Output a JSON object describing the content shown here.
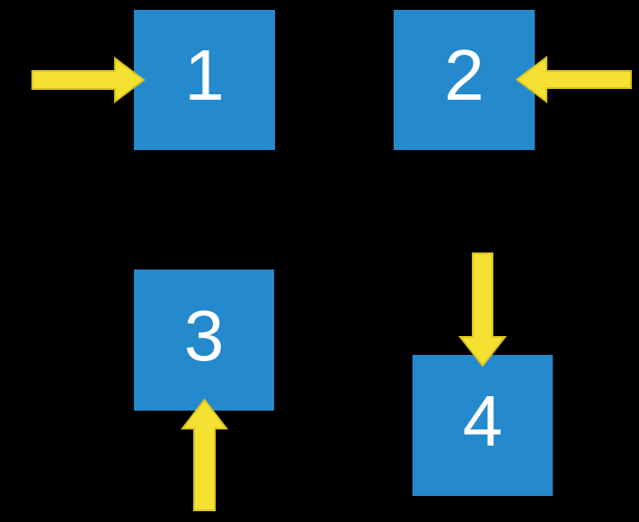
{
  "diagram": {
    "background": "#000000",
    "description": "Four numbered blue squares, each with a yellow arrow pointing into it from a different side"
  },
  "colors": {
    "square_fill": "#2589CD",
    "label_color": "#FFFFFF",
    "arrow_fill": "#F5E131",
    "arrow_stroke": "#D9C41E"
  },
  "squares": [
    {
      "label": "1",
      "arrow": "arrow enters from left, pointing right"
    },
    {
      "label": "2",
      "arrow": "arrow enters from right, pointing left"
    },
    {
      "label": "3",
      "arrow": "arrow enters from below, pointing up"
    },
    {
      "label": "4",
      "arrow": "arrow enters from above, pointing down"
    }
  ],
  "arrows": [
    {
      "direction": "right",
      "target": "1"
    },
    {
      "direction": "left",
      "target": "2"
    },
    {
      "direction": "up",
      "target": "3"
    },
    {
      "direction": "down",
      "target": "4"
    }
  ]
}
